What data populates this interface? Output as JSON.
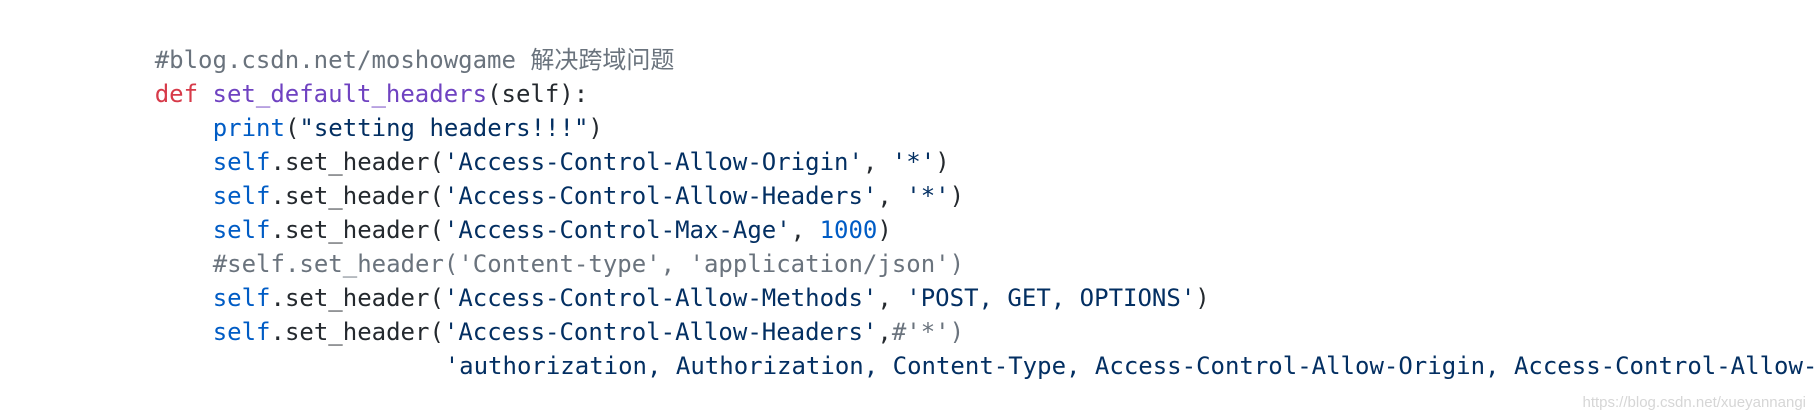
{
  "code": {
    "lines": [
      {
        "tokens": [
          {
            "text": "#blog.csdn.net/moshowgame 解决跨域问题",
            "type": "comment"
          }
        ]
      },
      {
        "tokens": [
          {
            "text": "def",
            "type": "keyword"
          },
          {
            "text": " ",
            "type": "plain"
          },
          {
            "text": "set_default_headers",
            "type": "fn"
          },
          {
            "text": "(self):",
            "type": "plain"
          }
        ]
      },
      {
        "tokens": [
          {
            "text": "print",
            "type": "builtin"
          },
          {
            "text": "(",
            "type": "punct"
          },
          {
            "text": "\"setting headers!!!\"",
            "type": "string"
          },
          {
            "text": ")",
            "type": "punct"
          }
        ]
      },
      {
        "tokens": [
          {
            "text": "self",
            "type": "builtin"
          },
          {
            "text": ".set_header(",
            "type": "plain"
          },
          {
            "text": "'Access-Control-Allow-Origin'",
            "type": "string"
          },
          {
            "text": ", ",
            "type": "plain"
          },
          {
            "text": "'*'",
            "type": "string"
          },
          {
            "text": ")",
            "type": "plain"
          }
        ]
      },
      {
        "tokens": [
          {
            "text": "self",
            "type": "builtin"
          },
          {
            "text": ".set_header(",
            "type": "plain"
          },
          {
            "text": "'Access-Control-Allow-Headers'",
            "type": "string"
          },
          {
            "text": ", ",
            "type": "plain"
          },
          {
            "text": "'*'",
            "type": "string"
          },
          {
            "text": ")",
            "type": "plain"
          }
        ]
      },
      {
        "tokens": [
          {
            "text": "self",
            "type": "builtin"
          },
          {
            "text": ".set_header(",
            "type": "plain"
          },
          {
            "text": "'Access-Control-Max-Age'",
            "type": "string"
          },
          {
            "text": ", ",
            "type": "plain"
          },
          {
            "text": "1000",
            "type": "number"
          },
          {
            "text": ")",
            "type": "plain"
          }
        ]
      },
      {
        "tokens": [
          {
            "text": "#self.set_header('Content-type', 'application/json')",
            "type": "comment"
          }
        ]
      },
      {
        "tokens": [
          {
            "text": "self",
            "type": "builtin"
          },
          {
            "text": ".set_header(",
            "type": "plain"
          },
          {
            "text": "'Access-Control-Allow-Methods'",
            "type": "string"
          },
          {
            "text": ", ",
            "type": "plain"
          },
          {
            "text": "'POST, GET, OPTIONS'",
            "type": "string"
          },
          {
            "text": ")",
            "type": "plain"
          }
        ]
      },
      {
        "tokens": [
          {
            "text": "self",
            "type": "builtin"
          },
          {
            "text": ".set_header(",
            "type": "plain"
          },
          {
            "text": "'Access-Control-Allow-Headers'",
            "type": "string"
          },
          {
            "text": ",",
            "type": "plain"
          },
          {
            "text": "#'*')",
            "type": "comment"
          }
        ]
      },
      {
        "tokens": [
          {
            "text": "'authorization, Authorization, Content-Type, Access-Control-Allow-Origin, Access-Control-Allow-Header",
            "type": "string"
          }
        ]
      }
    ]
  },
  "watermark": "https://blog.csdn.net/xueyannangi",
  "theme": {
    "background": "#ffffff",
    "comment": "#6a737d",
    "keyword": "#d73a49",
    "function": "#6f42c1",
    "builtin": "#005cc5",
    "string": "#032f62",
    "number": "#005cc5",
    "text": "#24292e"
  }
}
